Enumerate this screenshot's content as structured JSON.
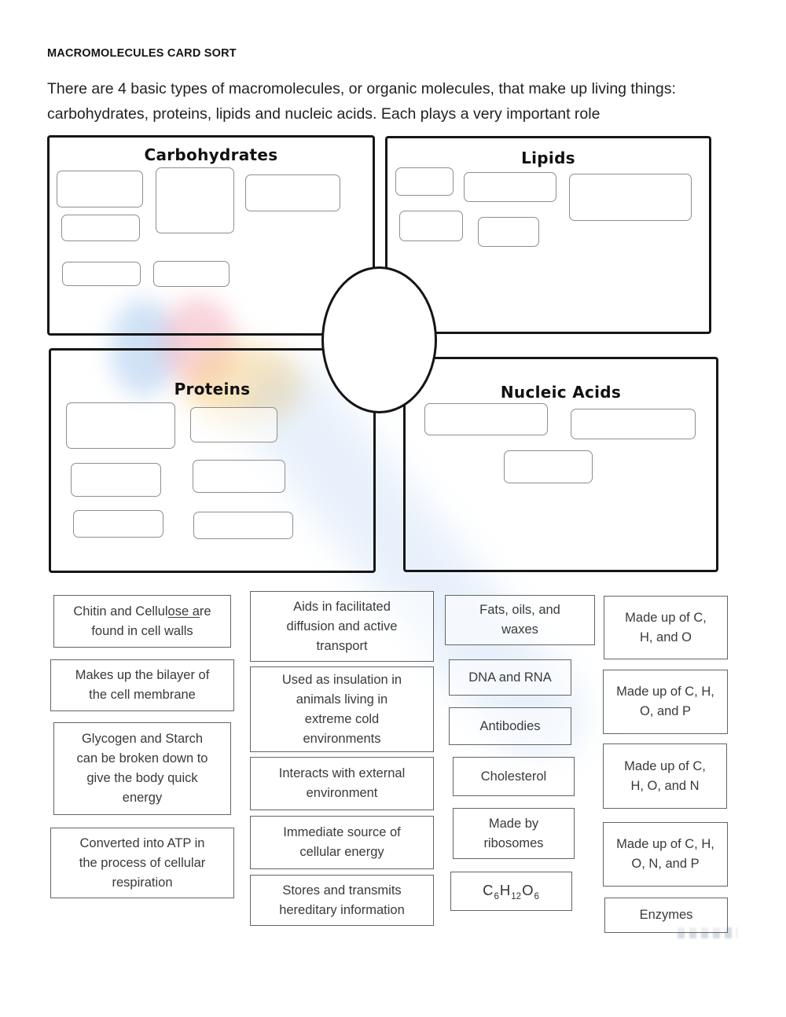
{
  "header": {
    "title": "MACROMOLECULES CARD SORT",
    "intro_line1": "There are 4 basic types of macromolecules, or organic molecules, that make up living things:",
    "intro_line2": "carbohydrates, proteins, lipids and nucleic acids. Each plays a very important role"
  },
  "quadrants": {
    "carbohydrates": {
      "label": "Carbohydrates",
      "slot_count": 6
    },
    "lipids": {
      "label": "Lipids",
      "slot_count": 5
    },
    "proteins": {
      "label": "Proteins",
      "slot_count": 6
    },
    "nucleic_acids": {
      "label": "Nucleic Acids",
      "slot_count": 3
    }
  },
  "cards": {
    "c0": {
      "line1_pre": "Chitin and Cellul",
      "line1_underlined": "ose a",
      "line1_post": "re",
      "line2": "found in cell walls"
    },
    "c1": {
      "lines": [
        "Makes up the bilayer of",
        "the cell membrane"
      ]
    },
    "c2": {
      "lines": [
        "Glycogen and Starch",
        "can be broken down to",
        "give the body quick",
        "energy"
      ]
    },
    "c3": {
      "lines": [
        "Converted into ATP in",
        "the process of cellular",
        "respiration"
      ]
    },
    "c4": {
      "lines": [
        "Aids in facilitated",
        "diffusion and active",
        "transport"
      ]
    },
    "c5": {
      "lines": [
        "Used as insulation in",
        "animals living in",
        "extreme cold",
        "environments"
      ]
    },
    "c6": {
      "lines": [
        "Interacts with external",
        "environment"
      ]
    },
    "c7": {
      "lines": [
        "Immediate source of",
        "cellular energy"
      ]
    },
    "c8": {
      "lines": [
        "Stores and transmits",
        "hereditary information"
      ]
    },
    "c9": {
      "lines": [
        "Fats, oils, and",
        "waxes"
      ]
    },
    "c10": {
      "lines": [
        "DNA and RNA"
      ]
    },
    "c11": {
      "lines": [
        "Antibodies"
      ]
    },
    "c12": {
      "lines": [
        "Cholesterol"
      ]
    },
    "c13": {
      "lines": [
        "Made by",
        "ribosomes"
      ]
    },
    "c14": {
      "f1": "C",
      "f1s": "6",
      "f2": "H",
      "f2s": "12",
      "f3": "O",
      "f3s": "6"
    },
    "c15": {
      "lines": [
        "Made up of C,",
        "H, and O"
      ]
    },
    "c16": {
      "lines": [
        "Made up of C, H,",
        "O, and P"
      ]
    },
    "c17": {
      "lines": [
        "Made up of C,",
        "H, O, and N"
      ]
    },
    "c18": {
      "lines": [
        "Made up of C, H,",
        "O, N, and P"
      ]
    },
    "c19": {
      "lines": [
        "Enzymes"
      ]
    }
  },
  "colors": {
    "ink": "#1a1a1a",
    "card_text": "#3a3a3a",
    "watermark_blue": "#9cc3ea",
    "watermark_pink": "#f2a9bb",
    "watermark_yellow": "#f6d398"
  }
}
